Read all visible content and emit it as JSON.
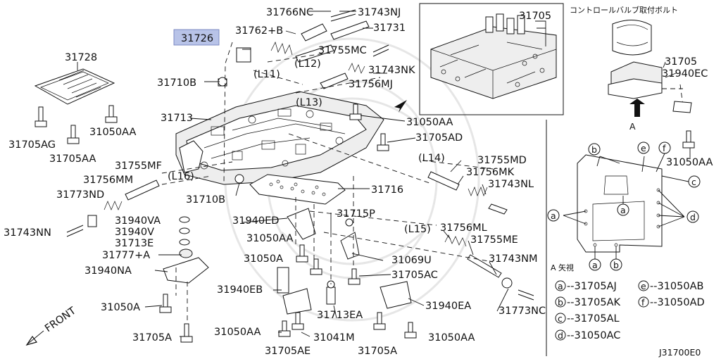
{
  "labels": {
    "p31726": "31726",
    "p31766NC": "31766NC",
    "p31743NJ": "31743NJ",
    "p31762B": "31762+B",
    "p31731": "31731",
    "p31728": "31728",
    "p31755MC": "31755MC",
    "L11": "(L11)",
    "L12": "(L12)",
    "p31743NK": "31743NK",
    "p31710B_a": "31710B",
    "p31756MJ": "31756MJ",
    "L13": "(L13)",
    "p31713": "31713",
    "p31050AA_a": "31050AA",
    "p31705AG": "31705AG",
    "p31050AA_b": "31050AA",
    "p31705AD": "31705AD",
    "p31705AA": "31705AA",
    "L14": "(L14)",
    "p31755MD": "31755MD",
    "p31755MF": "31755MF",
    "p31756MK": "31756MK",
    "p31756MM": "31756MM",
    "L16": "(L16)",
    "p31743NL": "31743NL",
    "p31716": "31716",
    "p31773ND": "31773ND",
    "p31710B_b": "31710B",
    "p31715P": "31715P",
    "p31940ED": "31940ED",
    "p31940VA": "31940VA",
    "p31940V": "31940V",
    "L15": "(L15)",
    "p31756ML": "31756ML",
    "p31743NN": "31743NN",
    "p31713E": "31713E",
    "p31050AA_c": "31050AA",
    "p31755ME": "31755ME",
    "p31777A": "31777+A",
    "p31050A_a": "31050A",
    "p31069U": "31069U",
    "p31743NM": "31743NM",
    "p31940NA": "31940NA",
    "p31705AC": "31705AC",
    "p31940EB": "31940EB",
    "p31050A_b": "31050A",
    "p31713EA": "31713EA",
    "p31940EA": "31940EA",
    "p31773NC": "31773NC",
    "front": "FRONT",
    "p31050AA_d": "31050AA",
    "p31041M": "31041M",
    "p31050AA_e": "31050AA",
    "p31705A_a": "31705A",
    "p31705AE": "31705AE",
    "p31705A_b": "31705A"
  },
  "inset": {
    "label_31705": "31705"
  },
  "right_panel": {
    "title": "コントロールバルブ取付ボルト",
    "p31705": "31705",
    "p31940EC": "31940EC",
    "view_letter": "A",
    "p31050AA": "31050AA",
    "view_caption": "A 矢視",
    "callouts": {
      "a": "a",
      "b": "b",
      "c": "c",
      "d": "d",
      "e": "e",
      "f": "f"
    },
    "legend": [
      {
        "letter": "a",
        "part": "--31705AJ"
      },
      {
        "letter": "b",
        "part": "--31705AK"
      },
      {
        "letter": "c",
        "part": "--31705AL"
      },
      {
        "letter": "d",
        "part": "--31050AC"
      },
      {
        "letter": "e",
        "part": "--31050AB"
      },
      {
        "letter": "f",
        "part": "--31050AD"
      }
    ]
  },
  "diagram_code": "J31700E0",
  "colors": {
    "highlight": "#b8c3e8",
    "line": "#111111"
  }
}
